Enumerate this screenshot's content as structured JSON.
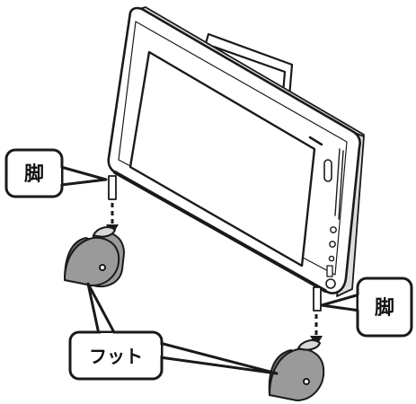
{
  "callouts": {
    "leg_left": "脚",
    "leg_right": "脚",
    "foot": "フット"
  },
  "colors": {
    "foot_fill": "#9a9a9a",
    "foot_shade": "#6f6f6f",
    "device_body": "#ffffff",
    "screen": "#ffffff",
    "outline": "#1a1a1a"
  }
}
